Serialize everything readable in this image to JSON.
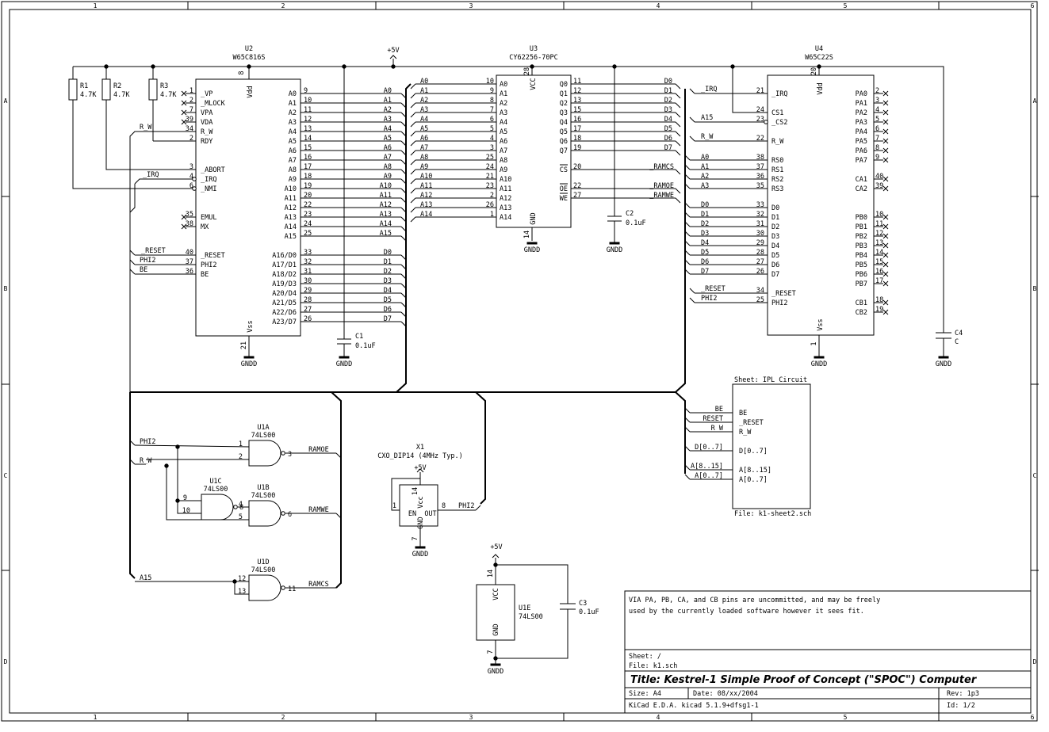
{
  "border": {
    "cols": [
      "1",
      "2",
      "3",
      "4",
      "5",
      "6"
    ],
    "rows": [
      "A",
      "B",
      "C",
      "D"
    ]
  },
  "power": {
    "p5v": "+5V",
    "gndd": "GNDD",
    "vdd": "Vdd",
    "vss": "Vss",
    "vcc": "VCC",
    "gnd": "GND"
  },
  "resistors": [
    {
      "ref": "R1",
      "value": "4.7K"
    },
    {
      "ref": "R2",
      "value": "4.7K"
    },
    {
      "ref": "R3",
      "value": "4.7K"
    }
  ],
  "u2": {
    "ref": "U2",
    "value": "W65C816S",
    "left_pins": [
      {
        "num": "1",
        "name": "_VP"
      },
      {
        "num": "2",
        "name": "_MLOCK"
      },
      {
        "num": "7",
        "name": "VPA"
      },
      {
        "num": "39",
        "name": "VDA"
      },
      {
        "num": "34",
        "name": "R_W"
      },
      {
        "num": "2",
        "name": "RDY"
      },
      {
        "num": "3",
        "name": "_ABORT"
      },
      {
        "num": "4",
        "name": "_IRQ"
      },
      {
        "num": "6",
        "name": "_NMI"
      },
      {
        "num": "35",
        "name": "EMUL"
      },
      {
        "num": "38",
        "name": "MX"
      },
      {
        "num": "40",
        "name": "_RESET"
      },
      {
        "num": "37",
        "name": "PHI2"
      },
      {
        "num": "36",
        "name": "BE"
      }
    ],
    "addr_pins": [
      {
        "num": "9",
        "name": "A0"
      },
      {
        "num": "10",
        "name": "A1"
      },
      {
        "num": "11",
        "name": "A2"
      },
      {
        "num": "12",
        "name": "A3"
      },
      {
        "num": "13",
        "name": "A4"
      },
      {
        "num": "14",
        "name": "A5"
      },
      {
        "num": "15",
        "name": "A6"
      },
      {
        "num": "16",
        "name": "A7"
      },
      {
        "num": "17",
        "name": "A8"
      },
      {
        "num": "18",
        "name": "A9"
      },
      {
        "num": "19",
        "name": "A10"
      },
      {
        "num": "20",
        "name": "A11"
      },
      {
        "num": "22",
        "name": "A12"
      },
      {
        "num": "23",
        "name": "A13"
      },
      {
        "num": "24",
        "name": "A14"
      },
      {
        "num": "25",
        "name": "A15"
      }
    ],
    "data_pins": [
      {
        "num": "33",
        "name": "A16/D0"
      },
      {
        "num": "32",
        "name": "A17/D1"
      },
      {
        "num": "31",
        "name": "A18/D2"
      },
      {
        "num": "30",
        "name": "A19/D3"
      },
      {
        "num": "29",
        "name": "A20/D4"
      },
      {
        "num": "28",
        "name": "A21/D5"
      },
      {
        "num": "27",
        "name": "A22/D6"
      },
      {
        "num": "26",
        "name": "A23/D7"
      }
    ],
    "vdd_pin": "8",
    "vss_pin": "21"
  },
  "u3": {
    "ref": "U3",
    "value": "CY62256-70PC",
    "addr_pins": [
      {
        "num": "10",
        "name": "A0"
      },
      {
        "num": "9",
        "name": "A1"
      },
      {
        "num": "8",
        "name": "A2"
      },
      {
        "num": "7",
        "name": "A3"
      },
      {
        "num": "6",
        "name": "A4"
      },
      {
        "num": "5",
        "name": "A5"
      },
      {
        "num": "4",
        "name": "A6"
      },
      {
        "num": "3",
        "name": "A7"
      },
      {
        "num": "25",
        "name": "A8"
      },
      {
        "num": "24",
        "name": "A9"
      },
      {
        "num": "21",
        "name": "A10"
      },
      {
        "num": "23",
        "name": "A11"
      },
      {
        "num": "2",
        "name": "A12"
      },
      {
        "num": "26",
        "name": "A13"
      },
      {
        "num": "1",
        "name": "A14"
      }
    ],
    "q_pins": [
      {
        "num": "11",
        "name": "Q0"
      },
      {
        "num": "12",
        "name": "Q1"
      },
      {
        "num": "13",
        "name": "Q2"
      },
      {
        "num": "15",
        "name": "Q3"
      },
      {
        "num": "16",
        "name": "Q4"
      },
      {
        "num": "17",
        "name": "Q5"
      },
      {
        "num": "18",
        "name": "Q6"
      },
      {
        "num": "19",
        "name": "Q7"
      }
    ],
    "ctrl_pins": [
      {
        "num": "20",
        "name": "CS"
      },
      {
        "num": "22",
        "name": "OE"
      },
      {
        "num": "27",
        "name": "WE"
      }
    ],
    "vcc_pin": "28",
    "gnd_pin": "14"
  },
  "u4": {
    "ref": "U4",
    "value": "W65C22S",
    "left_pins": [
      {
        "num": "21",
        "name": "_IRQ"
      },
      {
        "num": "24",
        "name": "CS1"
      },
      {
        "num": "23",
        "name": "_CS2"
      },
      {
        "num": "22",
        "name": "R_W"
      },
      {
        "num": "38",
        "name": "RS0"
      },
      {
        "num": "37",
        "name": "RS1"
      },
      {
        "num": "36",
        "name": "RS2"
      },
      {
        "num": "35",
        "name": "RS3"
      },
      {
        "num": "33",
        "name": "D0"
      },
      {
        "num": "32",
        "name": "D1"
      },
      {
        "num": "31",
        "name": "D2"
      },
      {
        "num": "30",
        "name": "D3"
      },
      {
        "num": "29",
        "name": "D4"
      },
      {
        "num": "28",
        "name": "D5"
      },
      {
        "num": "27",
        "name": "D6"
      },
      {
        "num": "26",
        "name": "D7"
      },
      {
        "num": "34",
        "name": "_RESET"
      },
      {
        "num": "25",
        "name": "PHI2"
      }
    ],
    "pa_pins": [
      {
        "num": "2",
        "name": "PA0"
      },
      {
        "num": "3",
        "name": "PA1"
      },
      {
        "num": "4",
        "name": "PA2"
      },
      {
        "num": "5",
        "name": "PA3"
      },
      {
        "num": "6",
        "name": "PA4"
      },
      {
        "num": "7",
        "name": "PA5"
      },
      {
        "num": "8",
        "name": "PA6"
      },
      {
        "num": "9",
        "name": "PA7"
      }
    ],
    "ca_pins": [
      {
        "num": "40",
        "name": "CA1"
      },
      {
        "num": "39",
        "name": "CA2"
      }
    ],
    "pb_pins": [
      {
        "num": "10",
        "name": "PB0"
      },
      {
        "num": "11",
        "name": "PB1"
      },
      {
        "num": "12",
        "name": "PB2"
      },
      {
        "num": "13",
        "name": "PB3"
      },
      {
        "num": "14",
        "name": "PB4"
      },
      {
        "num": "15",
        "name": "PB5"
      },
      {
        "num": "16",
        "name": "PB6"
      },
      {
        "num": "17",
        "name": "PB7"
      }
    ],
    "cb_pins": [
      {
        "num": "18",
        "name": "CB1"
      },
      {
        "num": "19",
        "name": "CB2"
      }
    ],
    "vdd_pin": "20",
    "vss_pin": "1"
  },
  "caps": [
    {
      "ref": "C1",
      "value": "0.1uF"
    },
    {
      "ref": "C2",
      "value": "0.1uF"
    },
    {
      "ref": "C3",
      "value": "0.1uF"
    },
    {
      "ref": "C4",
      "value": "C"
    }
  ],
  "gates": [
    {
      "ref": "U1A",
      "value": "74LS00",
      "in1": "1",
      "in2": "2",
      "out": "3"
    },
    {
      "ref": "U1C",
      "value": "74LS00",
      "in1": "9",
      "in2": "10",
      "out": "8"
    },
    {
      "ref": "U1B",
      "value": "74LS00",
      "in1": "4",
      "in2": "5",
      "out": "6"
    },
    {
      "ref": "U1D",
      "value": "74LS00",
      "in1": "12",
      "in2": "13",
      "out": "11"
    }
  ],
  "u1e": {
    "ref": "U1E",
    "value": "74LS00",
    "vcc_pin": "14",
    "gnd_pin": "7"
  },
  "x1": {
    "ref": "X1",
    "value": "CXO_DIP14 (4MHz Typ.)",
    "en": "EN",
    "out": "OUT",
    "vcc": "Vcc",
    "gnd": "GND",
    "pin_en": "1",
    "pin_vcc": "14",
    "pin_gnd": "7",
    "pin_out": "8"
  },
  "sheet": {
    "title": "Sheet: IPL Circuit",
    "file": "File: k1-sheet2.sch",
    "pins": [
      "BE",
      "_RESET",
      "R_W",
      "D[0..7]",
      "A[8..15]",
      "A[0..7]"
    ]
  },
  "nets": {
    "r_w": "R_W",
    "irq": "_IRQ",
    "reset": "_RESET",
    "phi2": "PHI2",
    "be": "BE",
    "a15": "A15",
    "ramoe": "_RAMOE",
    "ramwe": "_RAMWE",
    "ramcs": "_RAMCS",
    "d_bus": "D[0..7]",
    "a_hi_bus": "A[8..15]",
    "a_lo_bus": "A[0..7]",
    "a_labels": [
      "A0",
      "A1",
      "A2",
      "A3",
      "A4",
      "A5",
      "A6",
      "A7",
      "A8",
      "A9",
      "A10",
      "A11",
      "A12",
      "A13",
      "A14",
      "A15"
    ],
    "d_labels": [
      "D0",
      "D1",
      "D2",
      "D3",
      "D4",
      "D5",
      "D6",
      "D7"
    ]
  },
  "note": {
    "line1": "VIA PA, PB, CA, and CB pins are uncommitted, and may be freely",
    "line2": "used by the currently loaded software however it sees fit."
  },
  "title_block": {
    "sheet": "Sheet: /",
    "file": "File: k1.sch",
    "title": "Title: Kestrel-1 Simple Proof of Concept (\"SPOC\") Computer",
    "size": "Size: A4",
    "date": "Date: 08/xx/2004",
    "rev": "Rev: 1p3",
    "tool": "KiCad E.D.A.  kicad 5.1.9+dfsg1-1",
    "id": "Id: 1/2"
  }
}
